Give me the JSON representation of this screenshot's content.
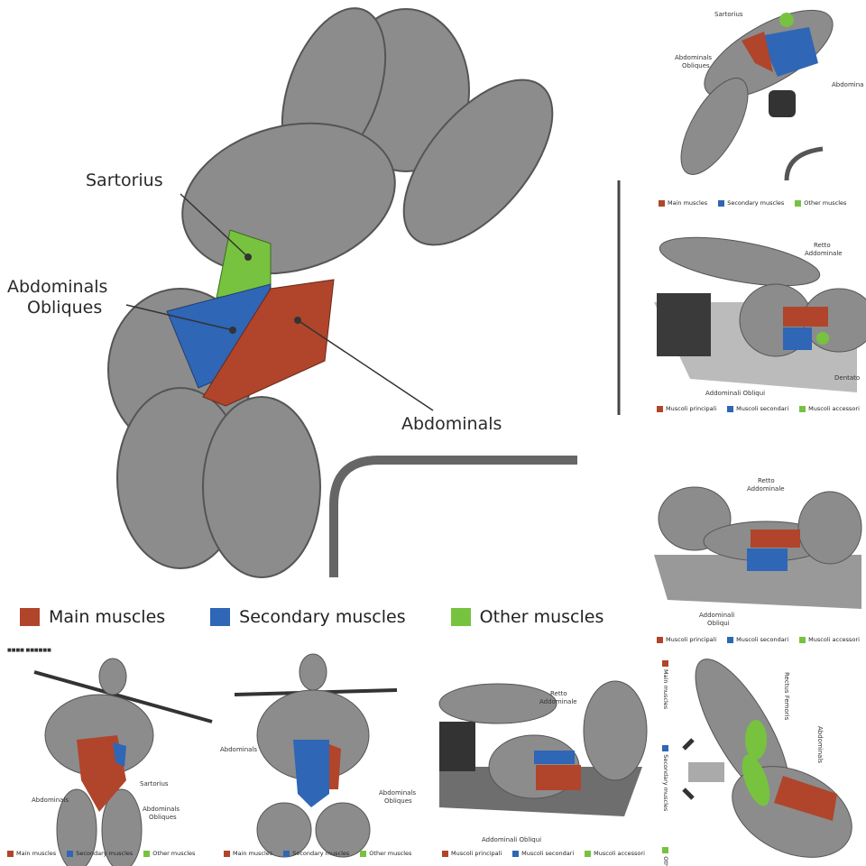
{
  "colors": {
    "main": "#b0452c",
    "secondary": "#2f66b5",
    "other": "#77c23f",
    "muscle": "#8a8a8a",
    "bench": "#6e6e6e"
  },
  "main_panel": {
    "labels": {
      "sartorius": "Sartorius",
      "obliques_line1": "Abdominals",
      "obliques_line2": "Obliques",
      "abdominals": "Abdominals"
    },
    "legend": {
      "main": "Main muscles",
      "secondary": "Secondary muscles",
      "other": "Other muscles"
    }
  },
  "panel_top_right": {
    "labels": {
      "sartorius": "Sartorius",
      "obliques_line1": "Abdominals",
      "obliques_line2": "Obliques",
      "abdominals": "Abdomina"
    },
    "legend": {
      "main": "Main muscles",
      "secondary": "Secondary muscles",
      "other": "Other muscles"
    }
  },
  "panel_right_2": {
    "labels": {
      "retto_line1": "Retto",
      "retto_line2": "Addominale",
      "obliqui": "Addominali Obliqui",
      "dentato": "Dentato"
    },
    "legend": {
      "main": "Muscoli principali",
      "secondary": "Muscoli secondari",
      "other": "Muscoli accessori"
    }
  },
  "panel_right_3": {
    "labels": {
      "retto_line1": "Retto",
      "retto_line2": "Addominale",
      "obliqui_line1": "Addominali",
      "obliqui_line2": "Obliqui"
    },
    "legend": {
      "main": "Muscoli principali",
      "secondary": "Muscoli secondari",
      "other": "Muscoli accessori"
    }
  },
  "panel_bottom_1": {
    "labels": {
      "sartorius": "Sartorius",
      "abdominals": "Abdominals",
      "obliques_line1": "Abdominals",
      "obliques_line2": "Obliques"
    },
    "legend": {
      "main": "Main muscles",
      "secondary": "Secondary muscles",
      "other": "Other muscles"
    }
  },
  "panel_bottom_2": {
    "labels": {
      "abdominals": "Abdominals",
      "obliques_line1": "Abdominals",
      "obliques_line2": "Obliques"
    },
    "legend": {
      "main": "Main muscles",
      "secondary": "Secondary muscles",
      "other": "Other muscles"
    }
  },
  "panel_bottom_3": {
    "labels": {
      "retto_line1": "Retto",
      "retto_line2": "Addominale",
      "obliqui": "Addominali Obliqui"
    },
    "legend": {
      "main": "Muscoli principali",
      "secondary": "Muscoli secondari",
      "other": "Muscoli accessori"
    }
  },
  "panel_bottom_4": {
    "labels": {
      "rectus_femoris": "Rectus Femoris",
      "abdominals": "Abdominals"
    },
    "legend": {
      "main": "Main muscles",
      "secondary": "Secondary muscles",
      "other": "Other muscles"
    }
  }
}
